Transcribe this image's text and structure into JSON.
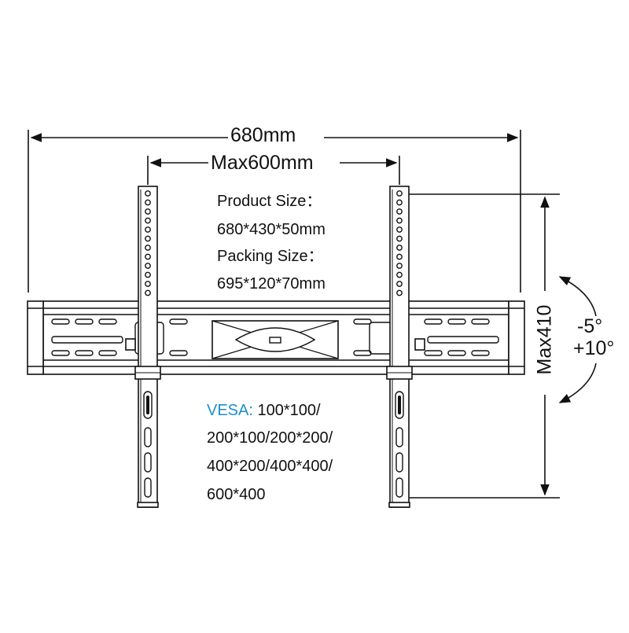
{
  "dimensions": {
    "overall_width": "680mm",
    "max_vesa_width": "Max600mm",
    "max_height": "Max410",
    "tilt_down": "-5°",
    "tilt_up": "+10°"
  },
  "product": {
    "size_label": "Product Size：",
    "size_value": "680*430*50mm",
    "packing_label": "Packing Size：",
    "packing_value": "695*120*70mm"
  },
  "vesa": {
    "label": "VESA:",
    "line1": "100*100/",
    "line2": "200*100/200*200/",
    "line3": "400*200/400*400/",
    "line4": "600*400",
    "label_color": "#1c8fd0"
  },
  "colors": {
    "line": "#111111",
    "panel_fill": "#ffffff",
    "rail_shade": "#d9d9d9"
  }
}
